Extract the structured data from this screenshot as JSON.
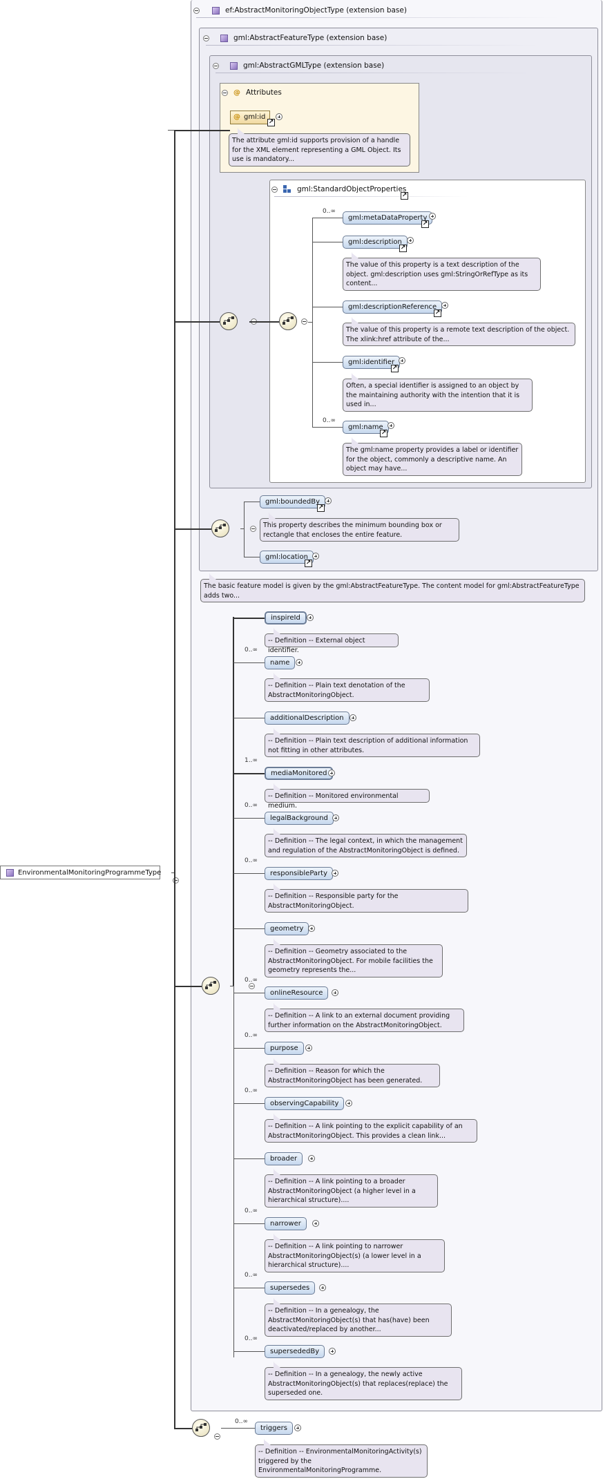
{
  "root_type": "EnvironmentalMonitoringProgrammeType",
  "extensions": [
    {
      "label": "ef:AbstractMonitoringObjectType (extension base)"
    },
    {
      "label": "gml:AbstractFeatureType (extension base)"
    },
    {
      "label": "gml:AbstractGMLType (extension base)"
    }
  ],
  "attributes": {
    "title": "Attributes",
    "items": [
      {
        "name": "gml:id",
        "doc": "The attribute gml:id supports provision of a handle for the XML element representing a GML Object. Its use is mandatory..."
      }
    ]
  },
  "standard_object_properties": {
    "label": "gml:StandardObjectProperties",
    "items": [
      {
        "name": "gml:metaDataProperty",
        "card": "0..∞",
        "doc": ""
      },
      {
        "name": "gml:description",
        "card": "",
        "doc": "The value of this property is a text description of the object. gml:description uses gml:StringOrRefType as its content..."
      },
      {
        "name": "gml:descriptionReference",
        "card": "",
        "doc": "The value of this property is a remote text description of the object. The xlink:href attribute of the..."
      },
      {
        "name": "gml:identifier",
        "card": "",
        "doc": "Often, a special identifier is assigned to an object by the maintaining authority with the intention that it is used in..."
      },
      {
        "name": "gml:name",
        "card": "0..∞",
        "doc": "The gml:name property provides a label or identifier for the object, commonly a descriptive name. An object may have..."
      }
    ]
  },
  "feature_props": [
    {
      "name": "gml:boundedBy",
      "doc": "This property describes the minimum bounding box or rectangle that encloses the entire feature."
    },
    {
      "name": "gml:location",
      "doc": ""
    }
  ],
  "feature_doc": "The basic feature model is given by the gml:AbstractFeatureType. The content model for gml:AbstractFeatureType adds two...",
  "monitoring_elements": [
    {
      "name": "inspireId",
      "card": "",
      "doc": "-- Definition -- External object identifier."
    },
    {
      "name": "name",
      "card": "0..∞",
      "doc": "-- Definition -- Plain text denotation of the AbstractMonitoringObject."
    },
    {
      "name": "additionalDescription",
      "card": "",
      "doc": "-- Definition -- Plain text description of additional information not fitting in other attributes."
    },
    {
      "name": "mediaMonitored",
      "card": "1..∞",
      "doc": "-- Definition -- Monitored environmental medium."
    },
    {
      "name": "legalBackground",
      "card": "0..∞",
      "doc": "-- Definition -- The legal context, in which the management and regulation of the AbstractMonitoringObject is defined."
    },
    {
      "name": "responsibleParty",
      "card": "0..∞",
      "doc": "-- Definition -- Responsible party for the AbstractMonitoringObject."
    },
    {
      "name": "geometry",
      "card": "",
      "doc": "-- Definition -- Geometry associated to the AbstractMonitoringObject. For mobile facilities the geometry represents the..."
    },
    {
      "name": "onlineResource",
      "card": "0..∞",
      "doc": "-- Definition -- A link to an external document providing further information on the AbstractMonitoringObject."
    },
    {
      "name": "purpose",
      "card": "0..∞",
      "doc": "-- Definition -- Reason for which the AbstractMonitoringObject has been generated."
    },
    {
      "name": "observingCapability",
      "card": "0..∞",
      "doc": "-- Definition -- A link pointing to the explicit capability of an AbstractMonitoringObject. This provides a clean link..."
    },
    {
      "name": "broader",
      "card": "",
      "doc": "-- Definition -- A link pointing to a broader AbstractMonitoringObject (a higher level in a hierarchical structure)...."
    },
    {
      "name": "narrower",
      "card": "0..∞",
      "doc": "-- Definition -- A link pointing to narrower AbstractMonitoringObject(s) (a lower level in a hierarchical structure)...."
    },
    {
      "name": "supersedes",
      "card": "0..∞",
      "doc": "-- Definition -- In a genealogy, the AbstractMonitoringObject(s) that has(have) been deactivated/replaced by another..."
    },
    {
      "name": "supersededBy",
      "card": "0..∞",
      "doc": "-- Definition -- In a genealogy, the newly active AbstractMonitoringObject(s) that replaces(replace) the superseded one."
    }
  ],
  "programme_elements": [
    {
      "name": "triggers",
      "card": "0..∞",
      "doc": "-- Definition -- EnvironmentalMonitoringActivity(s) triggered by the EnvironmentalMonitoringProgramme."
    }
  ]
}
